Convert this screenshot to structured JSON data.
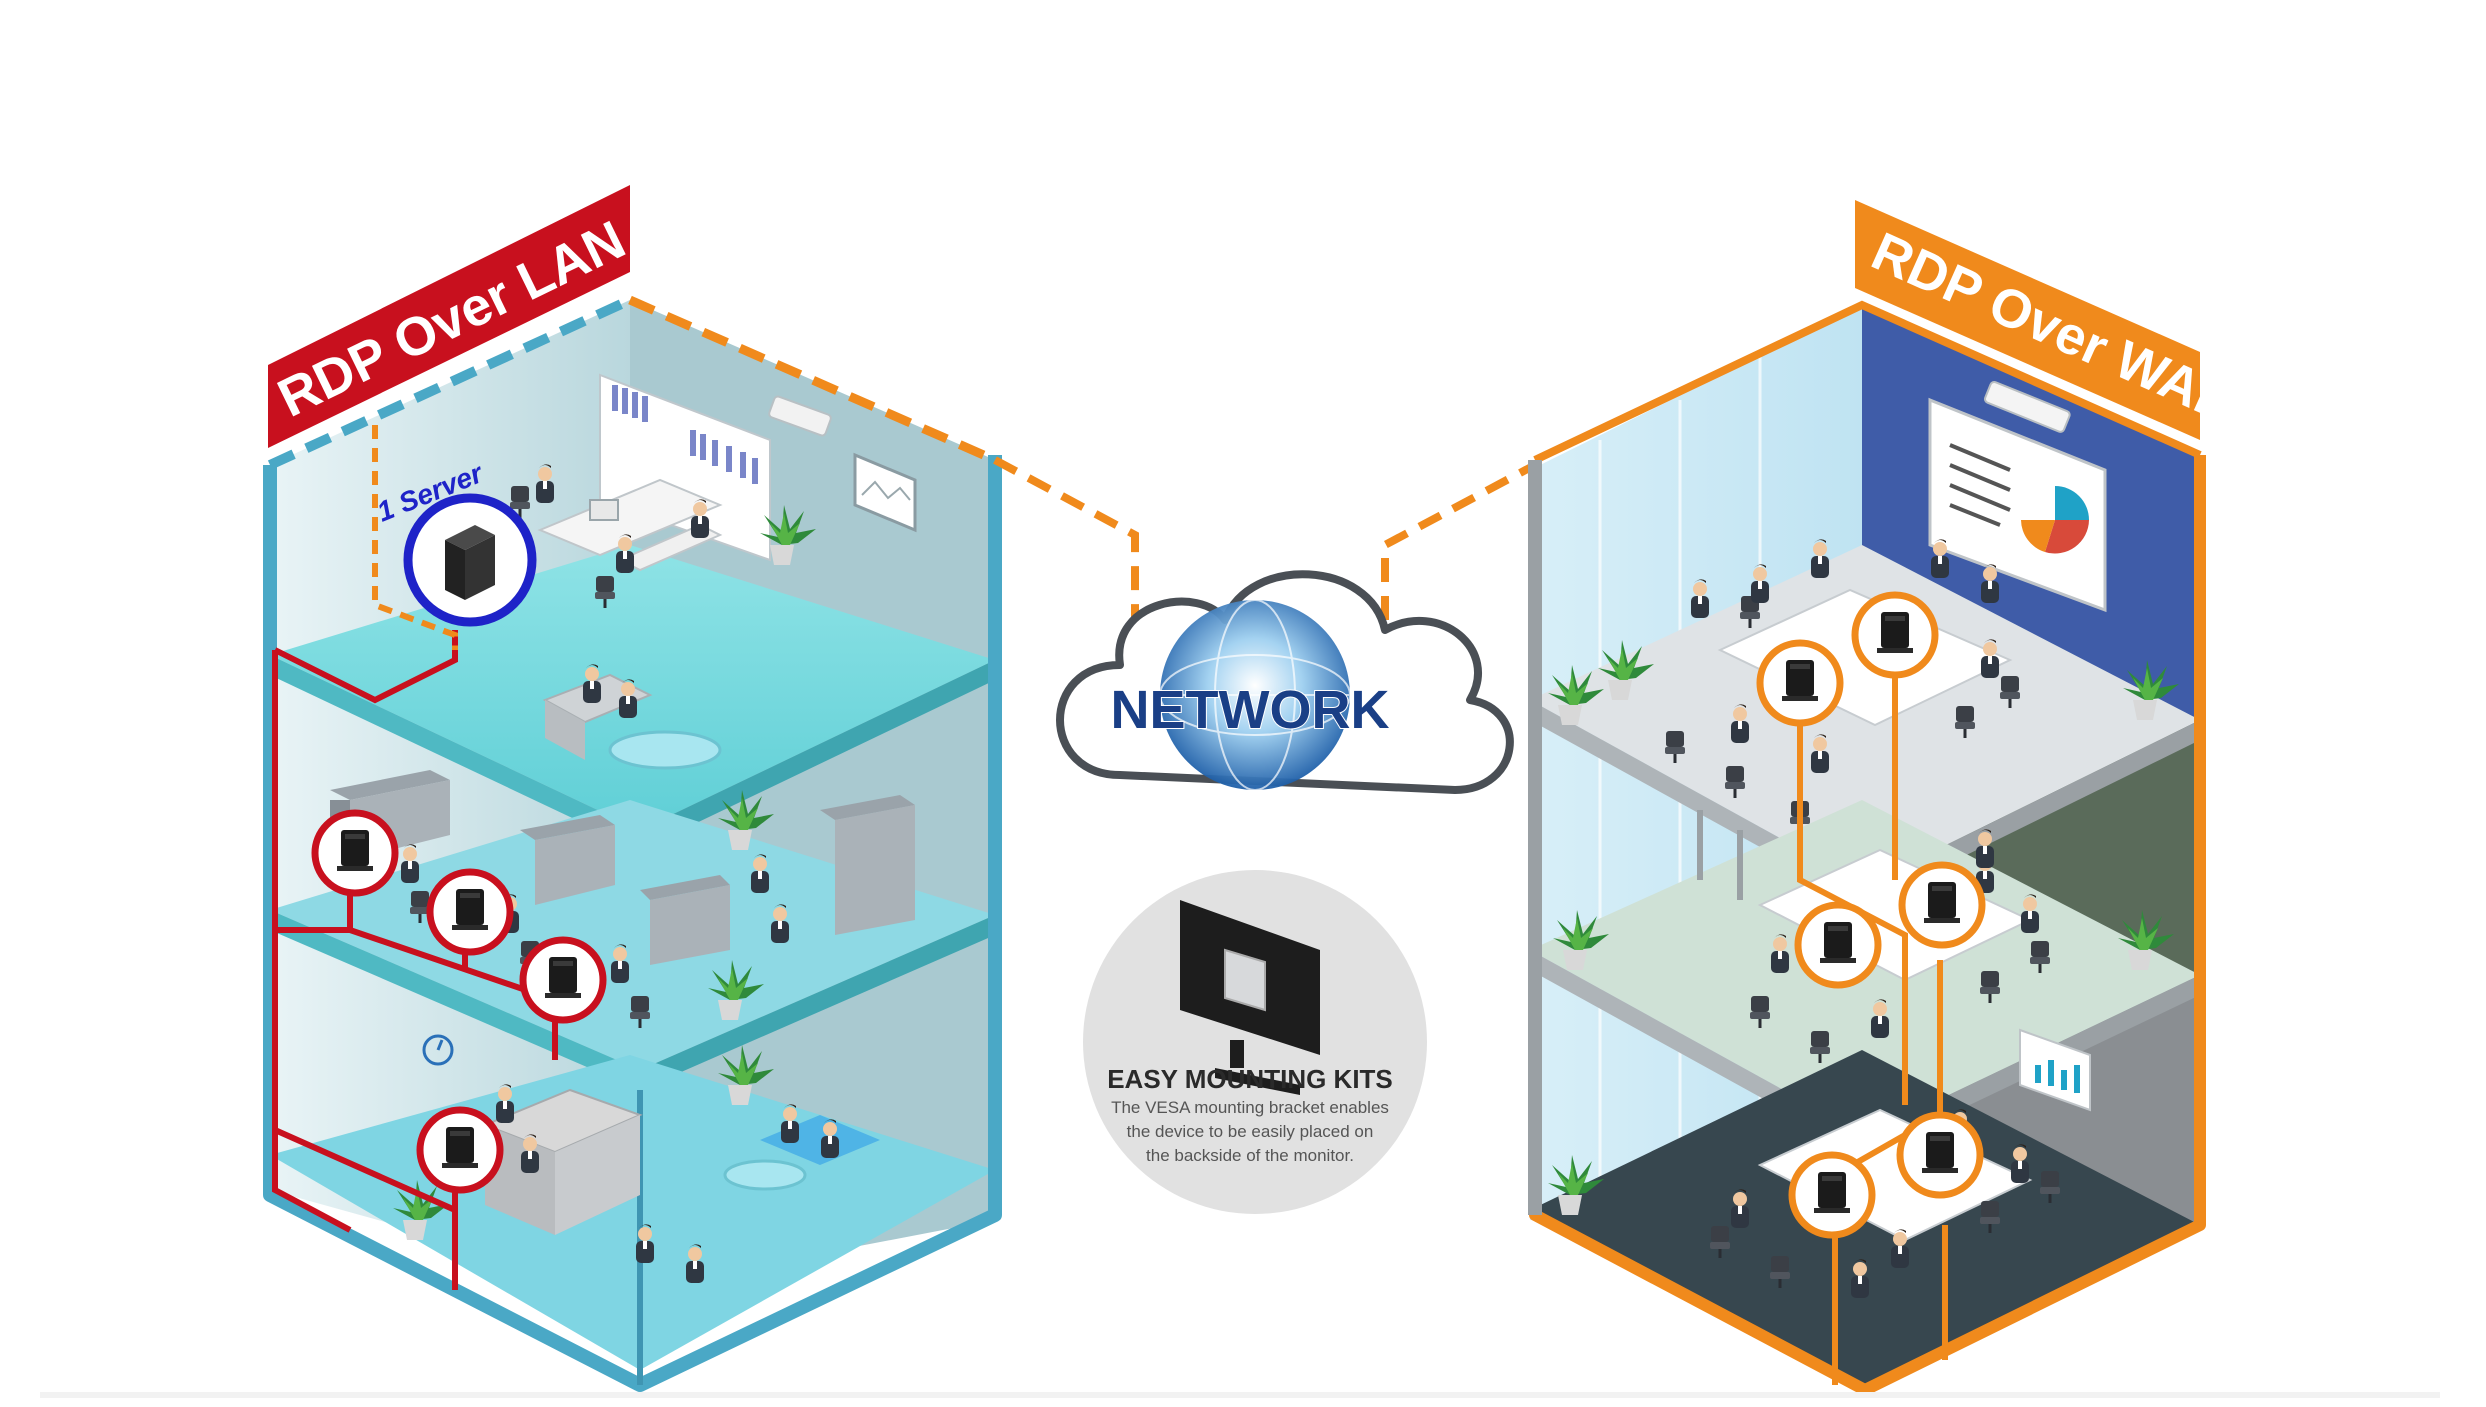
{
  "lan": {
    "banner": "RDP Over LAN",
    "server_label": "1 Server",
    "colors": {
      "banner": "#c8101e",
      "line": "#c8101e",
      "frame": "#4aa8c6"
    }
  },
  "wan": {
    "banner": "RDP Over WAN",
    "colors": {
      "banner": "#f08a1c",
      "line": "#f08a1c",
      "frame": "#f08a1c"
    }
  },
  "network": {
    "label": "NETWORK",
    "colors": {
      "text": "#1a3f86",
      "cloud": "#4a4f55"
    }
  },
  "mounting": {
    "title": "EASY MOUNTING KITS",
    "description_lines": [
      "The VESA mounting bracket enables",
      "the device to be easily placed on",
      "the backside of the monitor."
    ]
  }
}
